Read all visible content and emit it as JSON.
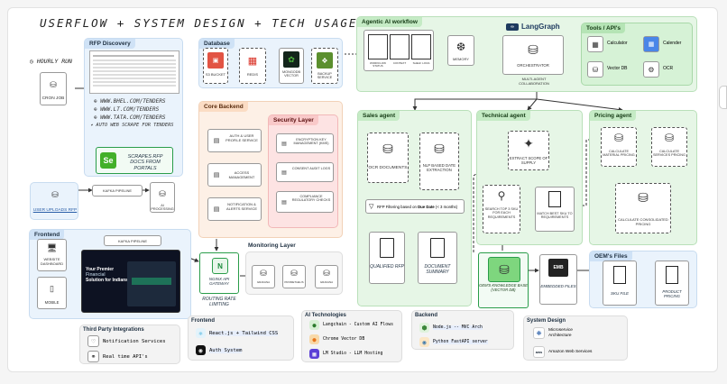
{
  "title": "USERFLOW + SYSTEM DESIGN + TECH USAGE",
  "hourly_run": "HOURLY RUN",
  "cron_job": "CRON JOB",
  "rfp_discovery": {
    "title": "RFP Discovery",
    "links": [
      "WWW.BHEL.COM/TENDERS",
      "WWW.LT.COM/TENDERS",
      "WWW.TATA.COM/TENDERS"
    ],
    "auto_scrape": "AUTO WEB SCRAPE FOR TENDERS",
    "scrapes": "SCRAPES RFP DOCS FROM PORTALS"
  },
  "user_uploads": "USER UPLOADS RFP",
  "kafka_pipeline": "KAFKA PIPELINE",
  "ai_processing": "AI PROCESSING",
  "frontend": {
    "title": "Frontend",
    "website": "WEBSITE DASHBOARD",
    "mobile": "MOBILE",
    "kafka": "KAFKA PIPELINE",
    "hero1": "Your Premier",
    "hero2": "Financial",
    "hero3": "Solution for Indians"
  },
  "database": {
    "title": "Database",
    "items": [
      "S3 BUCKET",
      "REDIS",
      "MONGODB VECTOR",
      "BACKUP SERVICE"
    ]
  },
  "core_backend": {
    "title": "Core Backend",
    "items": [
      "AUTH & USER PROFILE SERVICE",
      "ACCESS MANAGEMENT",
      "NOTIFICATION & ALERTS SERVICE"
    ]
  },
  "security": {
    "title": "Security Layer",
    "items": [
      "ENCRYPTION KEY MANAGEMENT (KMS)",
      "CONSENT AUDIT LOGS",
      "COMPLIANCE REGULATORY CHECKS"
    ]
  },
  "gateway": "NGINX API GATEWAY",
  "routing": "ROUTING RATE LIMITING",
  "monitoring": {
    "title": "Monitoring Layer",
    "items": [
      "GRAFANA",
      "PROMETHEUS",
      "GRAFANA"
    ]
  },
  "agentic": {
    "title": "Agentic AI workflow",
    "cards": [
      "WORKFLOW STATUS",
      "CONTEXT",
      "SHELF LOGS"
    ],
    "memory": "MEMORY",
    "orchestrator": "ORCHESTRATOR",
    "collab": "MULTI-AGENT COLLABORATION",
    "langgraph": "LangGraph"
  },
  "tools": {
    "title": "Tools / API's",
    "items": [
      "Calculator",
      "Calender",
      "Vector DB",
      "OCR"
    ]
  },
  "sales": {
    "title": "Sales agent",
    "ocr": "OCR DOCUMENTS",
    "nlp": "NLP BASED DATE EXTRACTION",
    "filter_a": "RFP Filtering based on ",
    "filter_b": "Due Date",
    "filter_c": "(< 3 months)",
    "qualified": "QUALIFIED RFP",
    "summary": "DOCUMENT SUMMARY"
  },
  "technical": {
    "title": "Technical agent",
    "extract": "EXTRACT SCOPE OF SUPPLY",
    "search": "SEARCH TOP 3 SKU FOR EACH REQUIREMENTS",
    "match": "MATCH BEST SKU TO REQUIREMENTS"
  },
  "pricing": {
    "title": "Pricing agent",
    "material": "CALCULATE MATERIAL PRICING",
    "services": "CALCULATE SERVICES PRICING",
    "consolidated": "CALCULATE CONSOLIDATED PRICING"
  },
  "oem_kb": "OEM'S KNOWLEDGE BASE (VECTOR DB)",
  "embedded": "EMBEDDED FILES",
  "emb_icon": "EMB",
  "oem_files": {
    "title": "OEM's Files",
    "sku": "SKU FILE",
    "product": "PRODUCT PRICING"
  },
  "legend": {
    "third_party": {
      "title": "Third Party Integrations",
      "items": [
        "Notification Services",
        "Real time API's"
      ]
    },
    "frontend": {
      "title": "Frontend",
      "items": [
        "React.js + Tailwind CSS",
        "Auth System"
      ]
    },
    "ai": {
      "title": "AI Technologies",
      "items": [
        "Langchain - Custom AI Flows",
        "Chrome Vector DB",
        "LM Studio - LLM Hosting"
      ]
    },
    "backend": {
      "title": "Backend",
      "items": [
        "Node.js -- MVC Arch",
        "Python FastAPI server"
      ]
    },
    "system": {
      "title": "System Design",
      "items": [
        "Microservice Architecture",
        "Amazon Web Services"
      ]
    }
  }
}
